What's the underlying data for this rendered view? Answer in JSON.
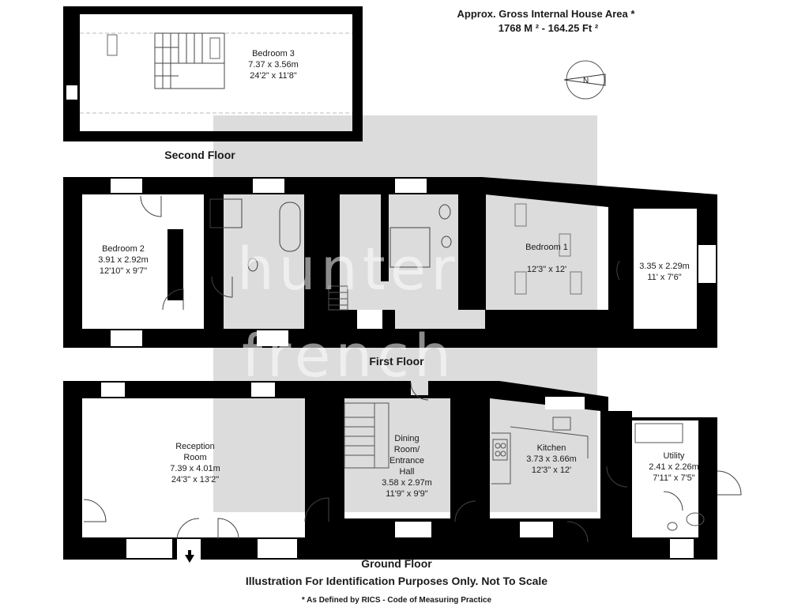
{
  "header": {
    "line1": "Approx. Gross Internal House Area *",
    "line2": "1768 M ² - 164.25 Ft ²"
  },
  "floors": {
    "second": "Second Floor",
    "first": "First Floor",
    "ground": "Ground Floor"
  },
  "rooms": {
    "bedroom3": {
      "name": "Bedroom 3",
      "metric": "7.37 x 3.56m",
      "imperial": "24'2\" x 11'8\""
    },
    "bedroom2": {
      "name": "Bedroom 2",
      "metric": "3.91 x 2.92m",
      "imperial": "12'10\" x 9'7\""
    },
    "bedroom1": {
      "name": "Bedroom 1",
      "imperial": "12'3\" x 12'"
    },
    "end_room": {
      "metric": "3.35 x 2.29m",
      "imperial": "11' x 7'6\""
    },
    "reception": {
      "name_line1": "Reception",
      "name_line2": "Room",
      "metric": "7.39 x 4.01m",
      "imperial": "24'3\" x 13'2\""
    },
    "dining": {
      "name_line1": "Dining",
      "name_line2": "Room/",
      "name_line3": "Entrance",
      "name_line4": "Hall",
      "metric": "3.58 x 2.97m",
      "imperial": "11'9\" x 9'9\""
    },
    "kitchen": {
      "name": "Kitchen",
      "metric": "3.73 x 3.66m",
      "imperial": "12'3\" x 12'"
    },
    "utility": {
      "name": "Utility",
      "metric": "2.41 x 2.26m",
      "imperial": "7'11\" x 7'5\""
    }
  },
  "compass": {
    "label": "N"
  },
  "watermark": {
    "line1": "hunter",
    "line2": "french"
  },
  "footer": {
    "disclaimer": "Illustration For Identification Purposes Only. Not To Scale",
    "note": "* As Defined by RICS - Code of Measuring Practice"
  },
  "colors": {
    "wall": "#000000",
    "watermark_panel": "#d9d9d9",
    "fixture": "#555555"
  }
}
